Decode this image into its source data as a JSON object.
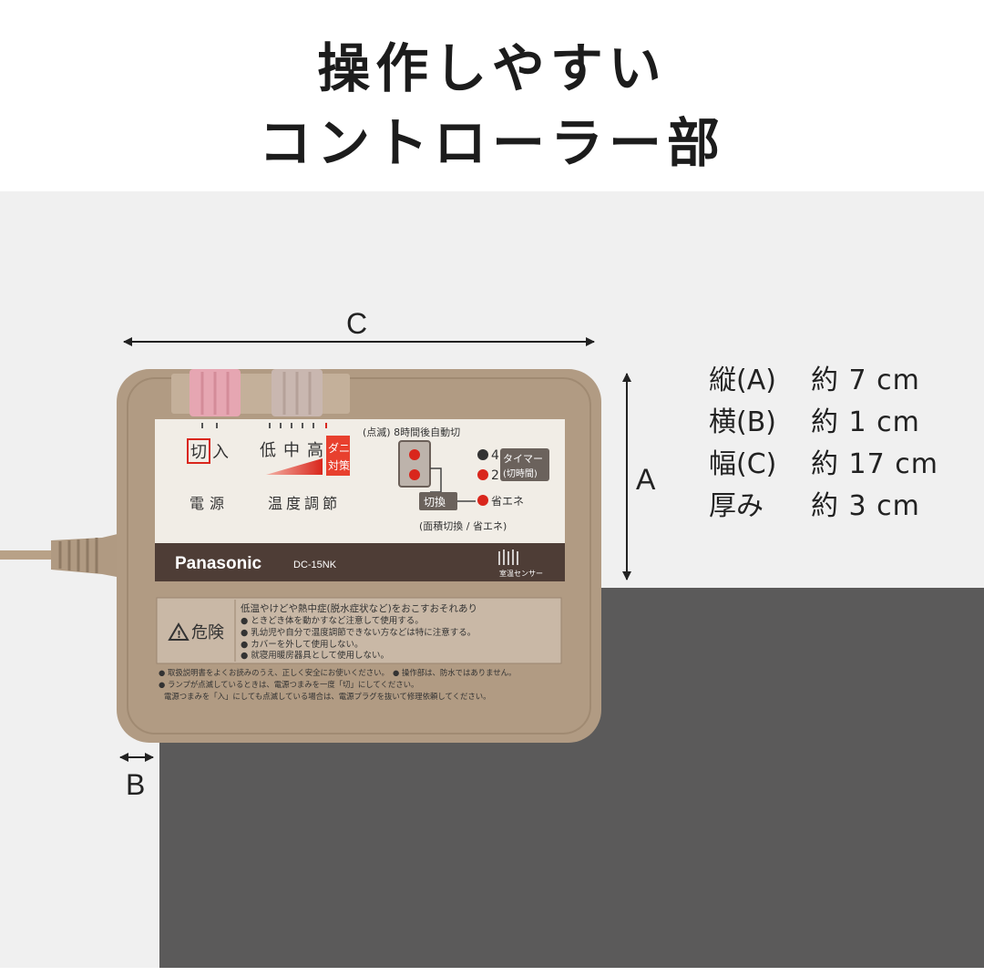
{
  "title": {
    "line1": "操作しやすい",
    "line2": "コントローラー部"
  },
  "dimensions": {
    "labels": {
      "a": "A",
      "b": "B",
      "c": "C"
    },
    "specs": [
      {
        "label": "縦(A)",
        "value": "約 7 cm"
      },
      {
        "label": "横(B)",
        "value": "約 1 cm"
      },
      {
        "label": "幅(C)",
        "value": "約 17 cm"
      },
      {
        "label": "厚み",
        "value": "約 3 cm"
      }
    ]
  },
  "controller": {
    "power": {
      "off": "切",
      "on": "入",
      "label": "電源"
    },
    "temperature": {
      "low": "低",
      "mid": "中",
      "high": "高",
      "dani": "ダニ",
      "taisaku": "対策",
      "label": "温度調節"
    },
    "timer": {
      "top_note": "(点滅) 8時間後自動切",
      "h4": "4",
      "h2": "2",
      "badge_line1": "タイマー",
      "badge_line2": "(切時間)",
      "switch_label": "切換",
      "eco": "省エネ",
      "bottom_note": "(面積切換 / 省エネ)"
    },
    "brand": "Panasonic",
    "model": "DC-15NK",
    "sensor": "室温センサー",
    "warning": {
      "title": "危険",
      "lines": [
        "低温やけどや熱中症(脱水症状など)をおこすおそれあり",
        "● ときどき体を動かすなど注意して使用する。",
        "● 乳幼児や自分で温度調節できない方などは特に注意する。",
        "● カバーを外して使用しない。",
        "● 就寝用暖房器具として使用しない。"
      ],
      "notes": [
        "● 取扱説明書をよくお読みのうえ、正しく安全にお使いください。　● 操作部は、防水ではありません。",
        "● ランプが点滅しているときは、電源つまみを一度「切」にしてください。",
        "電源つまみを「入」にしても点滅している場合は、電源プラグを抜いて修理依頼してください。"
      ]
    }
  },
  "colors": {
    "housing": "#b19b83",
    "panel": "#f1ede6",
    "brand_bar": "#4e3d36",
    "pink_knob": "#e6a6b2",
    "grey_knob": "#c9b7b0",
    "led_red": "#d9261c",
    "mat": "#5b5a5a",
    "background": "#f0f0f0"
  }
}
